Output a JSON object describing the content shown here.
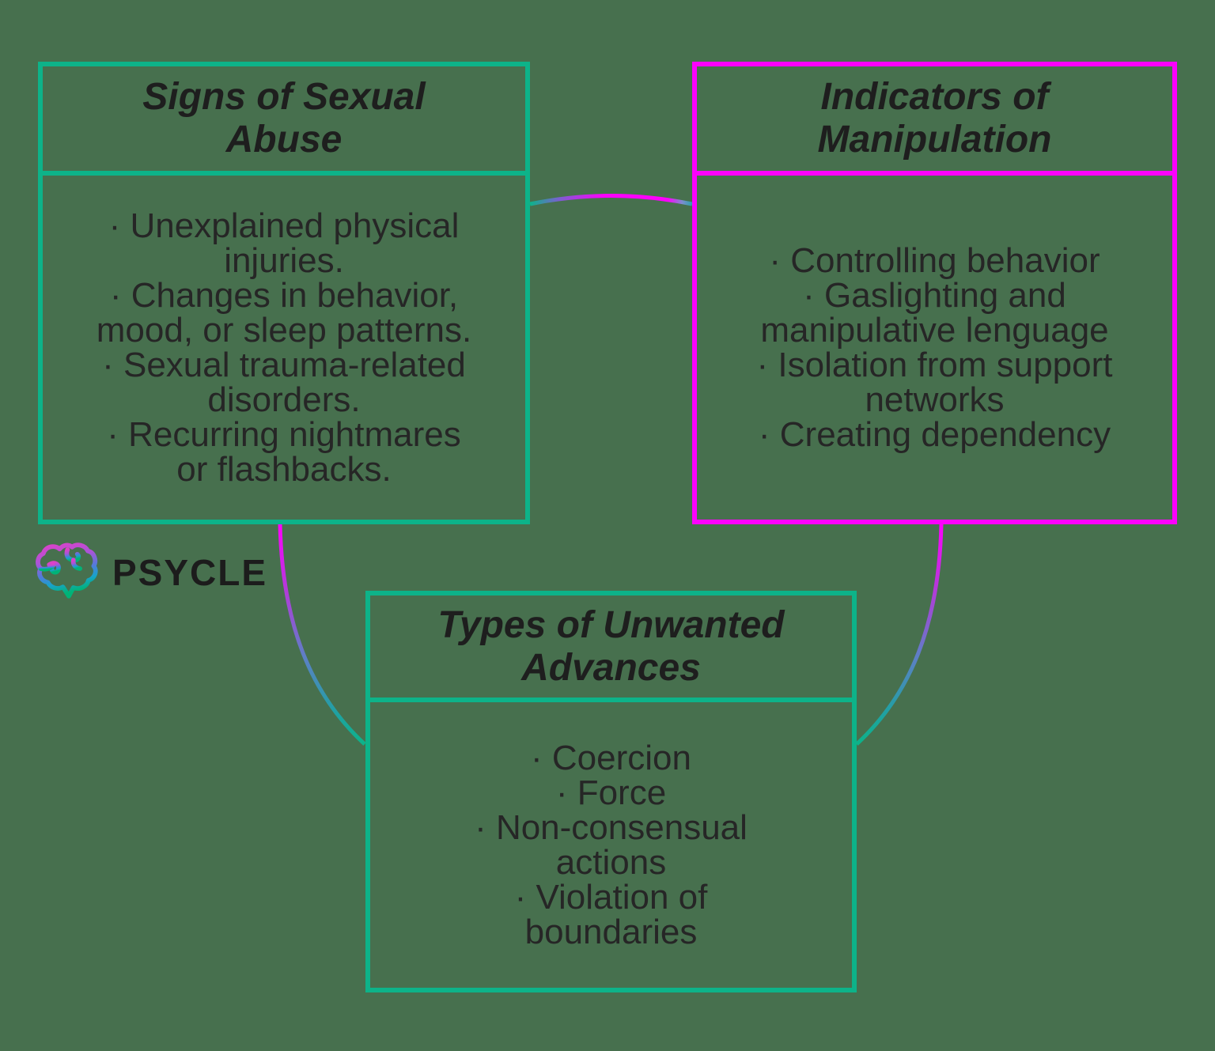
{
  "canvas": {
    "background": "#47704e"
  },
  "colors": {
    "teal_accent": "#0db389",
    "magenta_accent": "#fd00fd",
    "title_text": "#1e1e1e",
    "body_text": "#262626",
    "connector_gradient": [
      "#fd00fd",
      "#a84fd6",
      "#5e7fc6",
      "#0db389"
    ]
  },
  "logo": {
    "brand": "PSYCLE",
    "icon": "brain-icon"
  },
  "boxes": [
    {
      "title": "Signs of Sexual Abuse",
      "accent": "teal",
      "items": [
        [
          "· Unexplained physical",
          "injuries."
        ],
        [
          "· Changes in behavior,",
          "mood, or sleep patterns."
        ],
        [
          "· Sexual trauma-related",
          "disorders."
        ],
        [
          "· Recurring nightmares",
          "or flashbacks."
        ]
      ]
    },
    {
      "title": "Indicators of Manipulation",
      "accent": "magenta",
      "items": [
        [
          "· Controlling behavior"
        ],
        [
          "· Gaslighting and",
          "manipulative lenguage"
        ],
        [
          "· Isolation from support",
          "networks"
        ],
        [
          "· Creating dependency"
        ]
      ]
    },
    {
      "title": "Types of Unwanted Advances",
      "accent": "teal",
      "items": [
        [
          "· Coercion"
        ],
        [
          "· Force"
        ],
        [
          "· Non-consensual",
          "actions"
        ],
        [
          "· Violation of",
          "boundaries"
        ]
      ]
    }
  ]
}
